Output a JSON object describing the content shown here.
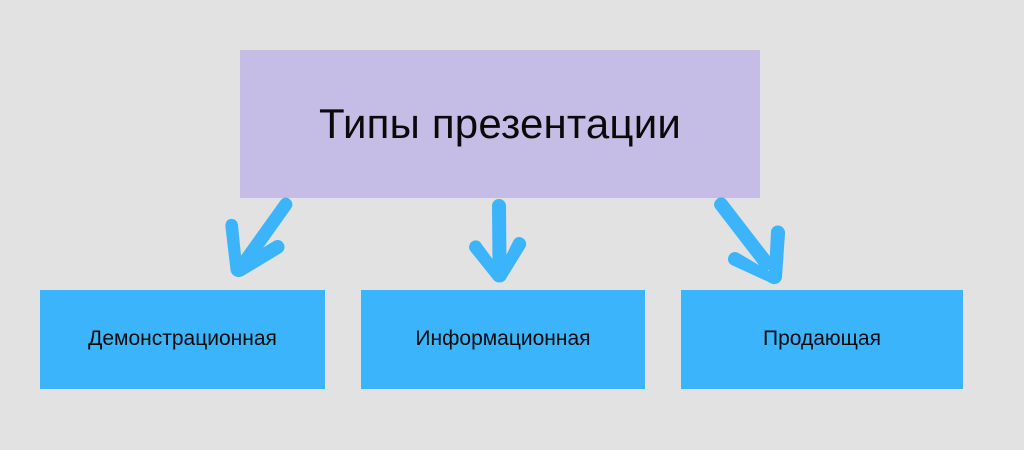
{
  "diagram": {
    "type": "hierarchy-tree",
    "background_color": "#e2e2e2",
    "root": {
      "label": "Типы презентации",
      "fill_color": "#c5bde5",
      "text_color": "#0a0a0a"
    },
    "children": [
      {
        "label": "Демонстрационная",
        "fill_color": "#3cb4fc",
        "text_color": "#0a0a0a"
      },
      {
        "label": "Информационная",
        "fill_color": "#3cb4fc",
        "text_color": "#0a0a0a"
      },
      {
        "label": "Продающая",
        "fill_color": "#3cb4fc",
        "text_color": "#0a0a0a"
      }
    ],
    "connectors": [
      {
        "name": "arrow-left",
        "direction": "down-left",
        "color": "#3cb4fc",
        "style": "hand-drawn"
      },
      {
        "name": "arrow-middle",
        "direction": "down",
        "color": "#3cb4fc",
        "style": "hand-drawn"
      },
      {
        "name": "arrow-right",
        "direction": "down-right",
        "color": "#3cb4fc",
        "style": "hand-drawn"
      }
    ]
  }
}
